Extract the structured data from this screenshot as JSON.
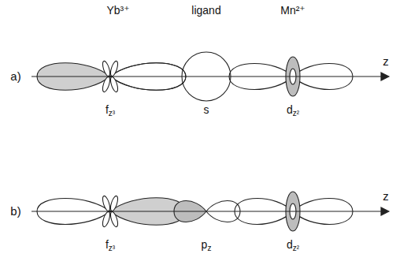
{
  "diagram": {
    "labels": [
      "Yb³⁺",
      "ligand",
      "Mn²⁺",
      "a)",
      "z",
      "fz³",
      "s",
      "dz²",
      "b)",
      "z",
      "fz³",
      "pz",
      "dz²"
    ]
  }
}
